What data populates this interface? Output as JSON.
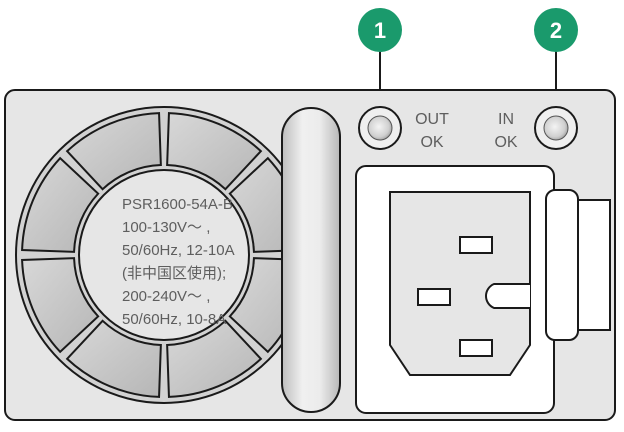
{
  "callouts": [
    {
      "number": "1"
    },
    {
      "number": "2"
    }
  ],
  "leds": [
    {
      "line1": "OUT",
      "line2": "OK"
    },
    {
      "line1": "IN",
      "line2": "OK"
    }
  ],
  "fan_label": [
    "PSR1600-54A-B",
    "100-130V～ ,",
    "50/60Hz, 12-10A",
    "(非中国区使用);",
    "200-240V～ ,",
    "50/60Hz, 10-8A"
  ],
  "colors": {
    "callout": "#1a9a6c",
    "panel": "#e6e6e6",
    "line": "#1a1a1a",
    "label_text": "#5e5e5e"
  }
}
